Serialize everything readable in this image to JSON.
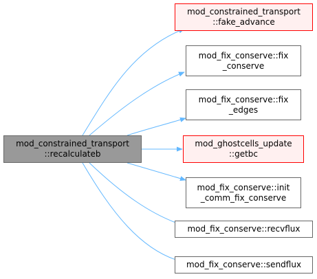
{
  "root": {
    "line1": "mod_constrained_transport",
    "line2": "::recalculateb"
  },
  "callees": [
    {
      "line1": "mod_constrained_transport",
      "line2": "::fake_advance"
    },
    {
      "line1": "mod_fix_conserve::fix",
      "line2": "_conserve"
    },
    {
      "line1": "mod_fix_conserve::fix",
      "line2": "_edges"
    },
    {
      "line1": "mod_ghostcells_update",
      "line2": "::getbc"
    },
    {
      "line1": "mod_fix_conserve::init",
      "line2": "_comm_fix_conserve"
    },
    {
      "line1": "mod_fix_conserve::recvflux",
      "line2": ""
    },
    {
      "line1": "mod_fix_conserve::sendflux",
      "line2": ""
    }
  ],
  "colors": {
    "edge": "#63b8ff",
    "root_fill": "#999999",
    "node_border": "#666666",
    "highlight_border": "#ff0000",
    "highlight_fill": "#fff0f0"
  }
}
